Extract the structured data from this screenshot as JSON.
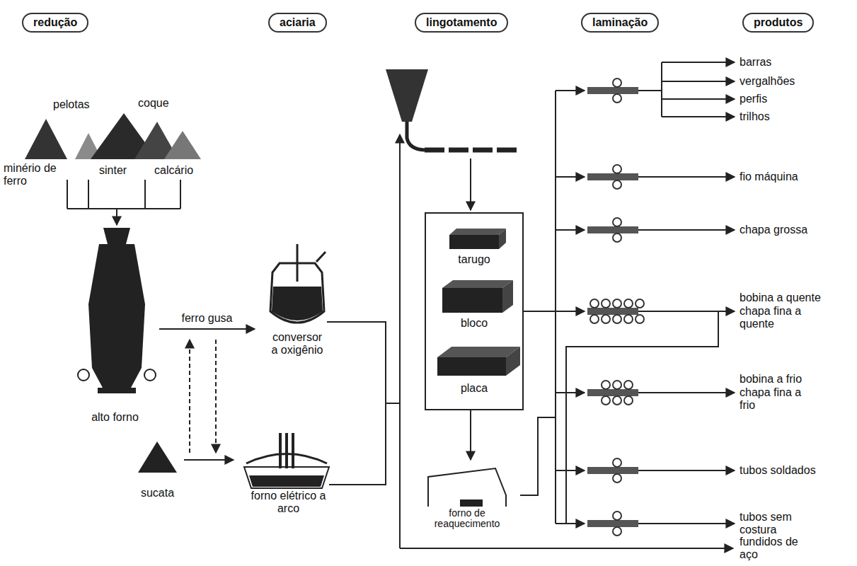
{
  "diagram": {
    "nodes": [
      {
        "text": [
          "redução"
        ]
      },
      {
        "text": [
          "aciaria"
        ]
      },
      {
        "text": [
          "lingotamento"
        ]
      },
      {
        "text": [
          "laminação"
        ]
      },
      {
        "text": [
          "produtos"
        ]
      },
      {
        "text": [
          "alto forno"
        ]
      },
      {
        "text": [
          "sucata"
        ]
      },
      {
        "text": [
          "conversor a oxigênio"
        ]
      },
      {
        "text": [
          "forno elétrico a arco"
        ]
      },
      {
        "text": [
          "tarugo",
          "bloco",
          "placa"
        ]
      },
      {
        "text": [
          "forno de reaquecimento"
        ]
      }
    ],
    "edges": [
      {
        "from": 5,
        "to": 7,
        "arrow": "to",
        "label": "ferro gusa"
      },
      {
        "from": 6,
        "to": 8,
        "arrow": "to"
      },
      {
        "from": 9,
        "to": 10,
        "arrow": "to"
      }
    ],
    "labels": [
      "pelotas",
      "coque",
      "minério de ferro",
      "sinter",
      "calcário",
      "barras",
      "vergalhões",
      "perfis",
      "trilhos",
      "fio máquina",
      "chapa grossa",
      "bobina a quente",
      "chapa fina a quente",
      "bobina a frio",
      "chapa fina a frio",
      "tubos soldados",
      "tubos sem costura",
      "fundidos de aço"
    ]
  }
}
